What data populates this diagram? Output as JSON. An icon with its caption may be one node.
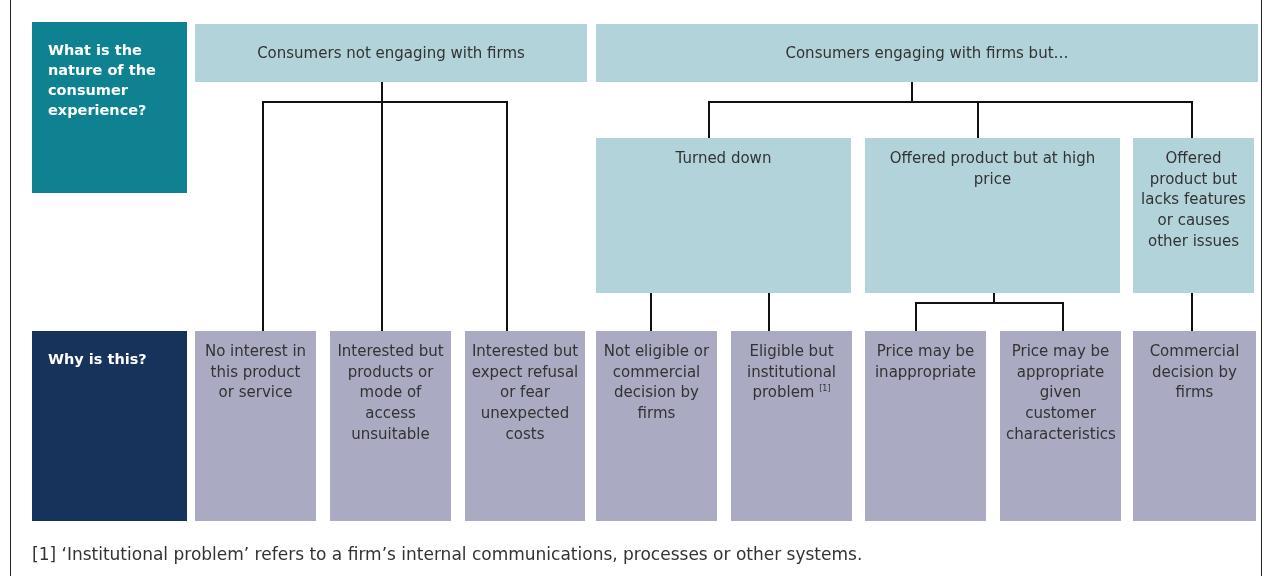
{
  "diagram": {
    "caption": "[1] ‘Institutional problem’ refers to a firm’s internal communications, processes or other systems.",
    "nodes": [
      {
        "text": [
          "What is the nature of the consumer experience?"
        ]
      },
      {
        "text": [
          "Consumers not engaging with firms"
        ]
      },
      {
        "text": [
          "Consumers engaging with firms but…"
        ]
      },
      {
        "text": [
          "Turned down"
        ]
      },
      {
        "text": [
          "Offered product but at high price"
        ]
      },
      {
        "text": [
          "Offered product but lacks features or causes other issues"
        ]
      },
      {
        "text": [
          "Why is this?"
        ]
      },
      {
        "text": [
          "No interest in this product or service"
        ]
      },
      {
        "text": [
          "Interested but products or mode of access unsuitable"
        ]
      },
      {
        "text": [
          "Interested but expect refusal or fear unexpected costs"
        ]
      },
      {
        "text": [
          "Not eligible or commercial decision by firms"
        ]
      },
      {
        "text": [
          "Eligible but institutional problem $^{[1]}$"
        ]
      },
      {
        "text": [
          "Price may be inappropriate"
        ]
      },
      {
        "text": [
          "Price may be appropriate given customer characteristics"
        ]
      },
      {
        "text": [
          "Commercial decision by firms"
        ]
      }
    ],
    "edges": [
      {
        "from": 1,
        "to": 7,
        "arrow": "none"
      },
      {
        "from": 1,
        "to": 8,
        "arrow": "none"
      },
      {
        "from": 1,
        "to": 9,
        "arrow": "none"
      },
      {
        "from": 2,
        "to": 3,
        "arrow": "none"
      },
      {
        "from": 2,
        "to": 4,
        "arrow": "none"
      },
      {
        "from": 2,
        "to": 5,
        "arrow": "none"
      },
      {
        "from": 3,
        "to": 10,
        "arrow": "none"
      },
      {
        "from": 3,
        "to": 11,
        "arrow": "none"
      },
      {
        "from": 4,
        "to": 12,
        "arrow": "none"
      },
      {
        "from": 4,
        "to": 13,
        "arrow": "none"
      },
      {
        "from": 5,
        "to": 14,
        "arrow": "none"
      }
    ]
  }
}
